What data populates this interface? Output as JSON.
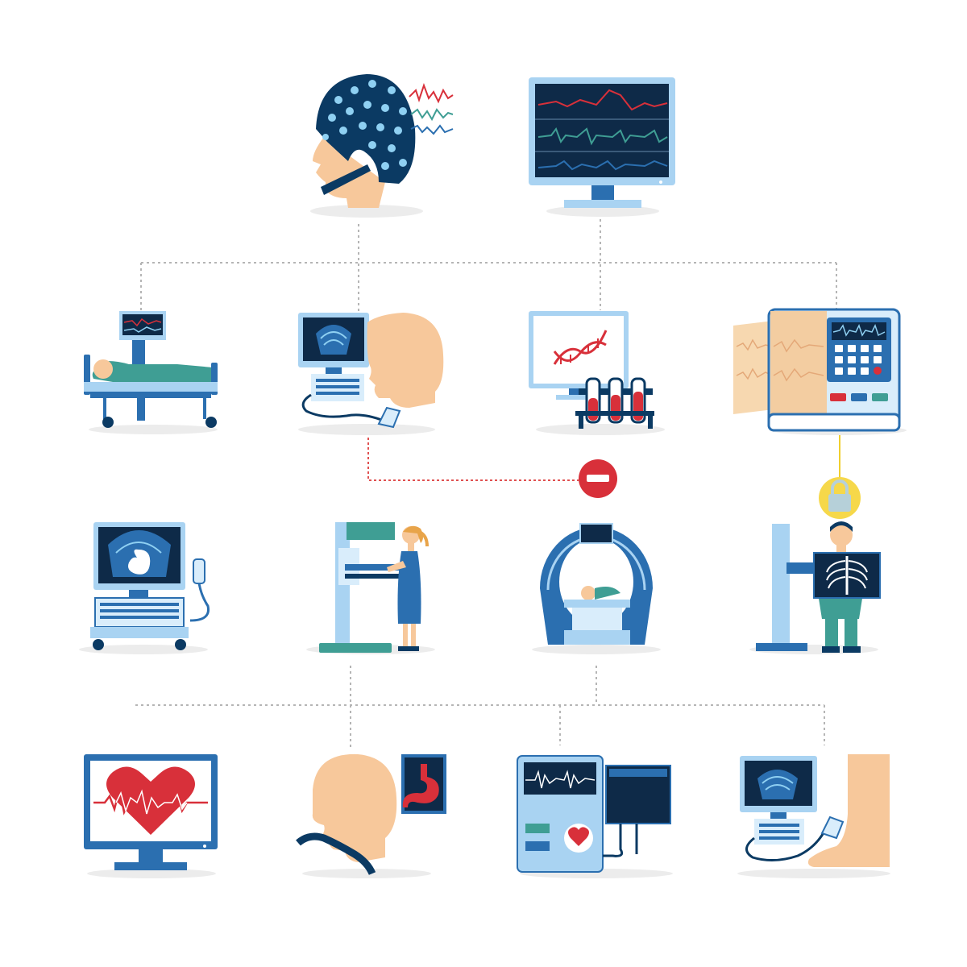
{
  "palette": {
    "navy": "#0b3a63",
    "dark_screen": "#0e2a48",
    "blue": "#2b6fb0",
    "light_blue": "#a9d3f2",
    "pale_blue": "#d9edfb",
    "teal": "#3f9e94",
    "red": "#d8303a",
    "skin": "#f7c89b",
    "yellow": "#f6d84a",
    "grey_line": "#b8b8b8",
    "shadow": "#e9e9e9"
  },
  "icons": [
    {
      "id": "eeg-cap-head",
      "icon": "eeg-head-icon"
    },
    {
      "id": "monitor-waveforms",
      "icon": "vital-monitor-icon"
    },
    {
      "id": "bed-patient-monitor",
      "icon": "hospital-bed-icon"
    },
    {
      "id": "head-ultrasound",
      "icon": "head-ultrasound-icon"
    },
    {
      "id": "dna-lab",
      "icon": "dna-lab-icon"
    },
    {
      "id": "ecg-machine",
      "icon": "ecg-machine-icon"
    },
    {
      "id": "fetal-ultrasound",
      "icon": "fetal-ultrasound-icon"
    },
    {
      "id": "mammography",
      "icon": "mammography-icon"
    },
    {
      "id": "mri-scanner",
      "icon": "mri-scanner-icon"
    },
    {
      "id": "chest-xray",
      "icon": "chest-xray-icon"
    },
    {
      "id": "heart-monitor",
      "icon": "heart-monitor-icon"
    },
    {
      "id": "endoscopy",
      "icon": "endoscopy-icon"
    },
    {
      "id": "cardio-device",
      "icon": "cardio-device-icon"
    },
    {
      "id": "leg-ultrasound",
      "icon": "leg-ultrasound-icon"
    }
  ],
  "badges": [
    {
      "id": "no-entry",
      "icon": "minus-circle-icon",
      "color": "#d8303a"
    },
    {
      "id": "lock",
      "icon": "padlock-icon",
      "color": "#f6d84a"
    }
  ]
}
